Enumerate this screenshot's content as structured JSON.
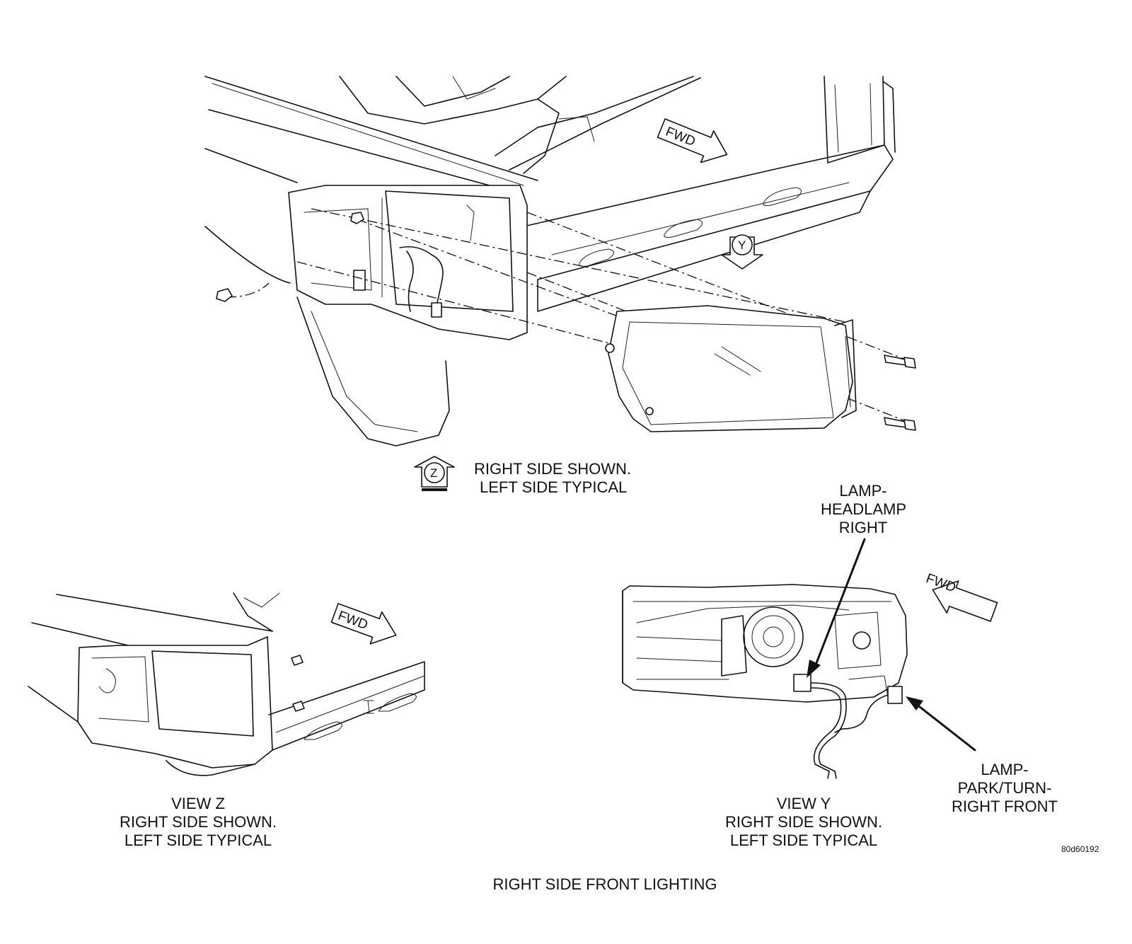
{
  "main_view": {
    "note_line1": "RIGHT SIDE SHOWN.",
    "note_line2": "LEFT SIDE TYPICAL",
    "view_z_marker": "Z",
    "view_y_marker": "Y",
    "fwd_label": "FWD"
  },
  "view_z": {
    "title": "VIEW Z",
    "note_line1": "RIGHT SIDE SHOWN.",
    "note_line2": "LEFT SIDE TYPICAL",
    "fwd_label": "FWD"
  },
  "view_y": {
    "title": "VIEW Y",
    "note_line1": "RIGHT SIDE SHOWN.",
    "note_line2": "LEFT SIDE TYPICAL",
    "fwd_label": "FWD",
    "callout_headlamp": [
      "LAMP-",
      "HEADLAMP",
      "RIGHT"
    ],
    "callout_park_turn": [
      "LAMP-",
      "PARK/TURN-",
      "RIGHT FRONT"
    ]
  },
  "figure_code": "80d60192",
  "caption": "RIGHT SIDE FRONT LIGHTING"
}
